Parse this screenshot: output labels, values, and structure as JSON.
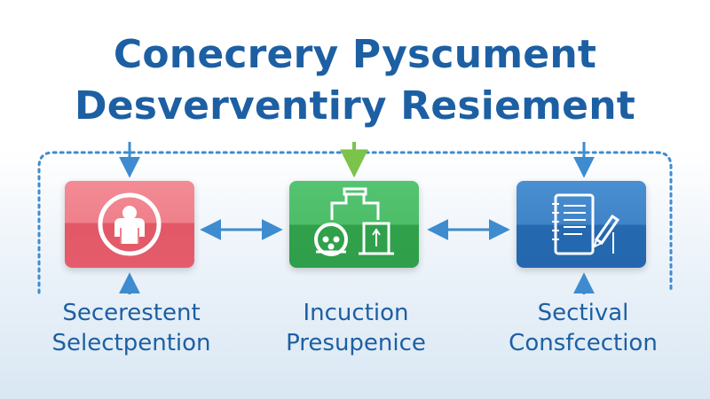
{
  "title": {
    "line1": "Conecrery Pyscument",
    "line2": "Desverventiry Resiement"
  },
  "steps": [
    {
      "line1": "Secerestent",
      "line2": "Selectpention",
      "icon": "person-icon",
      "color": "#e85f6d"
    },
    {
      "line1": "Incuction",
      "line2": "Presupenice",
      "icon": "machine-icon",
      "color": "#3fb35c"
    },
    {
      "line1": "Sectival",
      "line2": "Consfcection",
      "icon": "document-pen-icon",
      "color": "#2f78be"
    }
  ],
  "colors": {
    "title": "#1d5fa3",
    "connector": "#3e8ccf",
    "accent_arrow": "#7bc34b"
  }
}
